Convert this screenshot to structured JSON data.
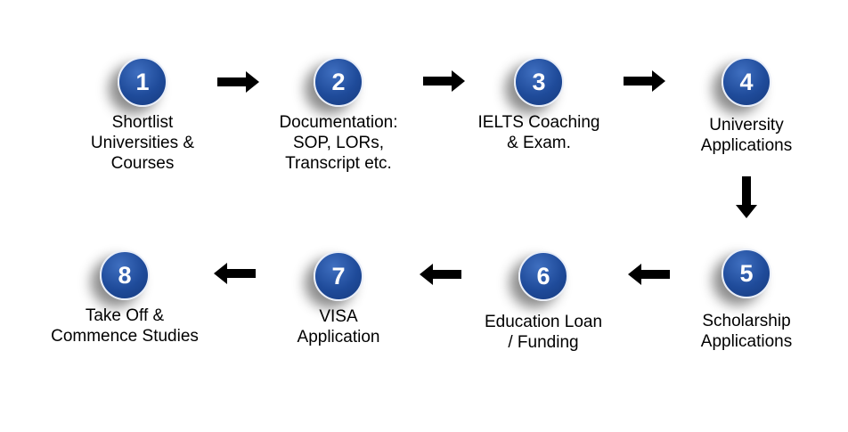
{
  "steps": [
    {
      "number": "1",
      "label": "Shortlist\nUniversities &\nCourses"
    },
    {
      "number": "2",
      "label": "Documentation:\nSOP, LORs,\nTranscript etc."
    },
    {
      "number": "3",
      "label": "IELTS Coaching\n& Exam."
    },
    {
      "number": "4",
      "label": "University\nApplications"
    },
    {
      "number": "5",
      "label": "Scholarship\nApplications"
    },
    {
      "number": "6",
      "label": "Education Loan\n/ Funding"
    },
    {
      "number": "7",
      "label": "VISA\nApplication"
    },
    {
      "number": "8",
      "label": "Take Off &\nCommence Studies"
    }
  ],
  "colors": {
    "circle": "#1f4b9a",
    "arrow": "#000000"
  }
}
